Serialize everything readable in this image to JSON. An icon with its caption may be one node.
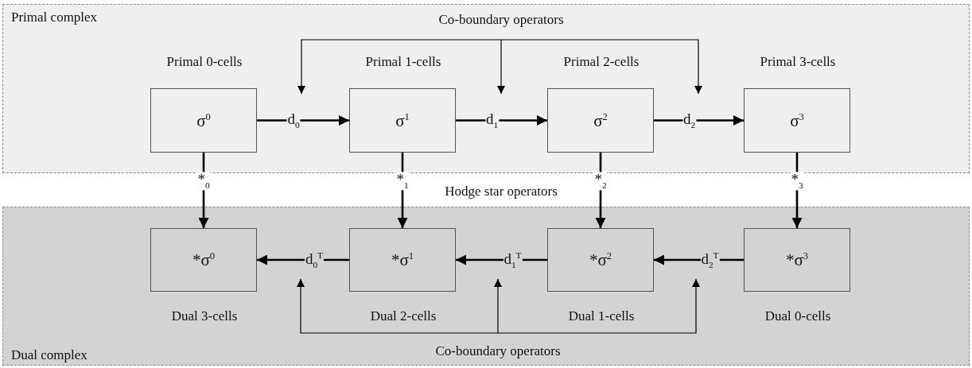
{
  "diagram": {
    "nodes": [
      {
        "text": [
          "Primal complex"
        ]
      },
      {
        "text": [
          "σ$^{0}$"
        ],
        "beside": [
          "Primal 0-cells"
        ],
        "in": 0
      },
      {
        "text": [
          "σ$^{1}$"
        ],
        "beside": [
          "Primal 1-cells"
        ],
        "in": 0
      },
      {
        "text": [
          "σ$^{2}$"
        ],
        "beside": [
          "Primal 2-cells"
        ],
        "in": 0
      },
      {
        "text": [
          "σ$^{3}$"
        ],
        "beside": [
          "Primal 3-cells"
        ],
        "in": 0
      },
      {
        "text": [
          "Co-boundary operators"
        ],
        "in": 0
      },
      {
        "text": [
          "Dual complex"
        ]
      },
      {
        "text": [
          "*σ$^{0}$"
        ],
        "beside": [
          "Dual 3-cells"
        ],
        "in": 6
      },
      {
        "text": [
          "*σ$^{1}$"
        ],
        "beside": [
          "Dual 2-cells"
        ],
        "in": 6
      },
      {
        "text": [
          "*σ$^{2}$"
        ],
        "beside": [
          "Dual 1-cells"
        ],
        "in": 6
      },
      {
        "text": [
          "*σ$^{3}$"
        ],
        "beside": [
          "Dual 0-cells"
        ],
        "in": 6
      },
      {
        "text": [
          "Co-boundary operators"
        ],
        "in": 6
      }
    ],
    "edges": [
      {
        "from": 1,
        "to": 2,
        "arrow": "to",
        "label": "d$_{0}$"
      },
      {
        "from": 2,
        "to": 3,
        "arrow": "to",
        "label": "d$_{1}$"
      },
      {
        "from": 3,
        "to": 4,
        "arrow": "to",
        "label": "d$_{2}$"
      },
      {
        "from": 1,
        "to": 7,
        "arrow": "to",
        "label": "*$_{0}$"
      },
      {
        "from": 2,
        "to": 8,
        "arrow": "to",
        "label": "*$_{1}$"
      },
      {
        "from": 3,
        "to": 9,
        "arrow": "to",
        "label": "*$_{2}$"
      },
      {
        "from": 4,
        "to": 10,
        "arrow": "to",
        "label": "*$_{3}$"
      },
      {
        "from": 8,
        "to": 7,
        "arrow": "to",
        "label": "d$_{0}$$^{T}$"
      },
      {
        "from": 9,
        "to": 8,
        "arrow": "to",
        "label": "d$_{1}$$^{T}$"
      },
      {
        "from": 10,
        "to": 9,
        "arrow": "to",
        "label": "d$_{2}$$^{T}$"
      },
      {
        "from": 5,
        "to": null,
        "arrow": "to"
      },
      {
        "from": 5,
        "to": null,
        "arrow": "to"
      },
      {
        "from": 5,
        "to": null,
        "arrow": "to"
      },
      {
        "from": 11,
        "to": null,
        "arrow": "to"
      },
      {
        "from": 11,
        "to": null,
        "arrow": "to"
      },
      {
        "from": 11,
        "to": null,
        "arrow": "to"
      }
    ],
    "labels": [
      "Hodge star operators"
    ]
  }
}
